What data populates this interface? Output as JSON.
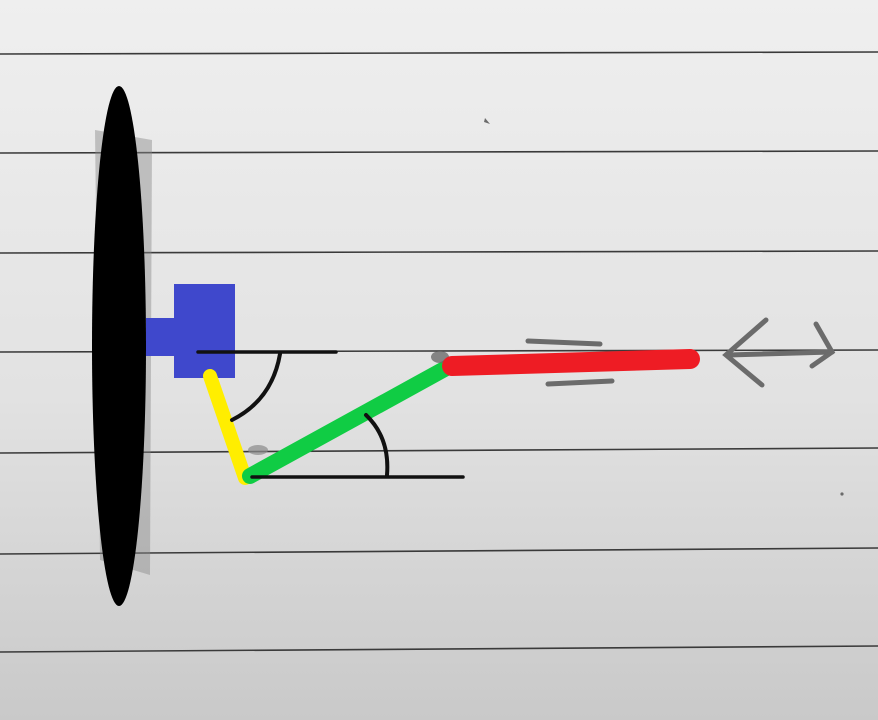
{
  "page": {
    "background": "#d9d9d9",
    "paper_color": "#e2e2e2",
    "rule_color": "#3a3a3a",
    "pencil_color": "#6b6b6b",
    "ink_color": "#111111"
  },
  "diagram": {
    "wall": {
      "shape": "black-ellipse",
      "color": "#000000"
    },
    "mount": {
      "shape": "blue-block",
      "color": "#3f48cc"
    },
    "links": [
      {
        "name": "yellow-link",
        "color": "#ffee00"
      },
      {
        "name": "green-link",
        "color": "#10cc44"
      },
      {
        "name": "red-link",
        "color": "#ee1c24"
      }
    ],
    "angle_markers": [
      "angle-1",
      "angle-2"
    ],
    "symbols": [
      "equals-sign",
      "double-arrow"
    ]
  }
}
